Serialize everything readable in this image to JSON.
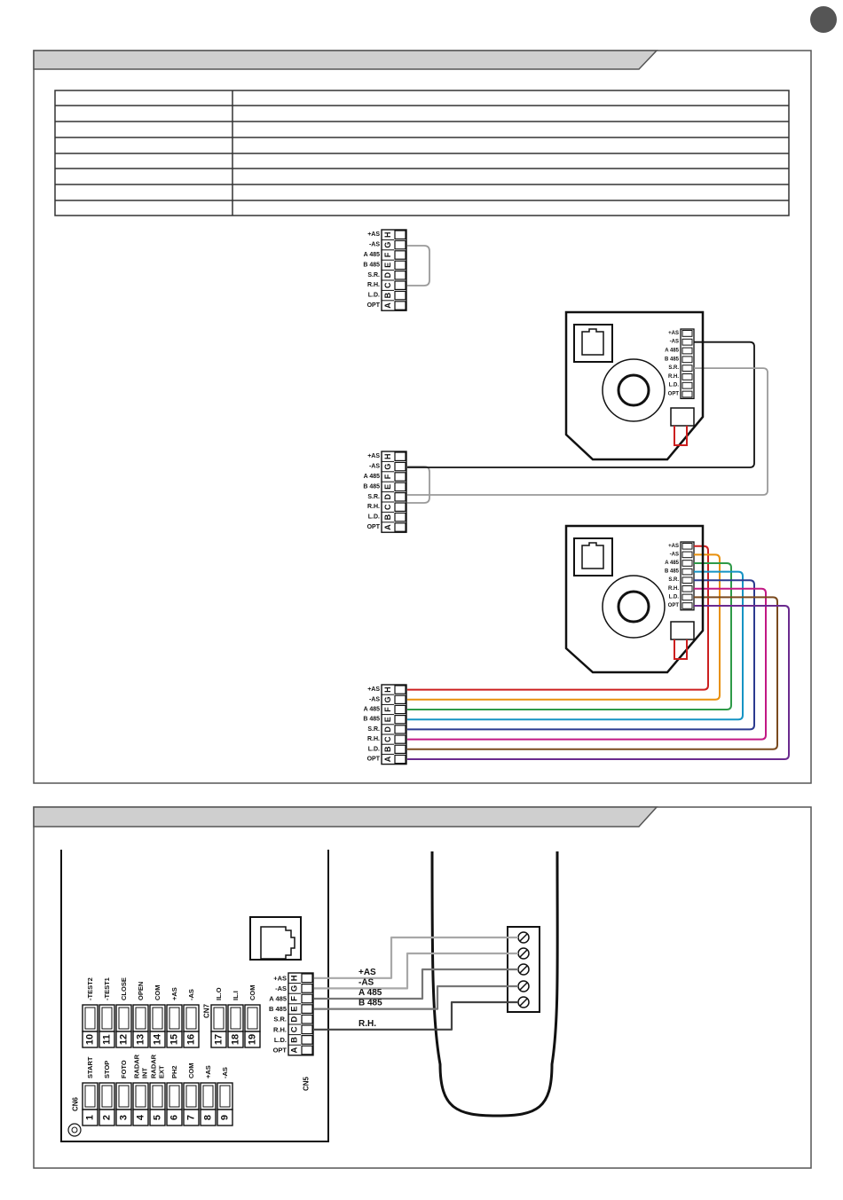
{
  "terminal_letters": [
    "H",
    "G",
    "F",
    "E",
    "D",
    "C",
    "B",
    "A"
  ],
  "terminal_labels": [
    "+AS",
    "-AS",
    "A 485",
    "B 485",
    "S.R.",
    "R.H.",
    "L.D.",
    "OPT"
  ],
  "wire_colors": {
    "+AS": "#cc1f1f",
    "-AS": "#e8900c",
    "A 485": "#2e9a48",
    "B 485": "#1593c4",
    "S.R.": "#2b3a8f",
    "R.H.": "#c21884",
    "L.D.": "#7a4a1e",
    "OPT": "#6a2a8e",
    "black": "#111111",
    "gray": "#9a9a9a"
  },
  "panel2": {
    "wire_labels": [
      "+AS",
      "-AS",
      "A 485",
      "B 485",
      "R.H."
    ],
    "cn7_terminals": [
      {
        "num": "10",
        "label": "-TEST2"
      },
      {
        "num": "11",
        "label": "-TEST1"
      },
      {
        "num": "12",
        "label": "CLOSE"
      },
      {
        "num": "13",
        "label": "OPEN"
      },
      {
        "num": "14",
        "label": "COM"
      },
      {
        "num": "15",
        "label": "+AS"
      },
      {
        "num": "16",
        "label": "-AS"
      },
      {
        "num": "17",
        "label": "IL.O"
      },
      {
        "num": "18",
        "label": "IL.I"
      },
      {
        "num": "19",
        "label": "COM"
      }
    ],
    "cn6_terminals": [
      {
        "num": "1",
        "label": "START"
      },
      {
        "num": "2",
        "label": "STOP"
      },
      {
        "num": "3",
        "label": "FOTO"
      },
      {
        "num": "4",
        "label": "RADAR INT"
      },
      {
        "num": "5",
        "label": "RADAR EXT"
      },
      {
        "num": "6",
        "label": "PH2"
      },
      {
        "num": "7",
        "label": "COM"
      },
      {
        "num": "8",
        "label": "+AS"
      },
      {
        "num": "9",
        "label": "-AS"
      }
    ],
    "cn7_name": "CN7",
    "cn6_name": "CN6",
    "cn5_name": "CN5"
  }
}
